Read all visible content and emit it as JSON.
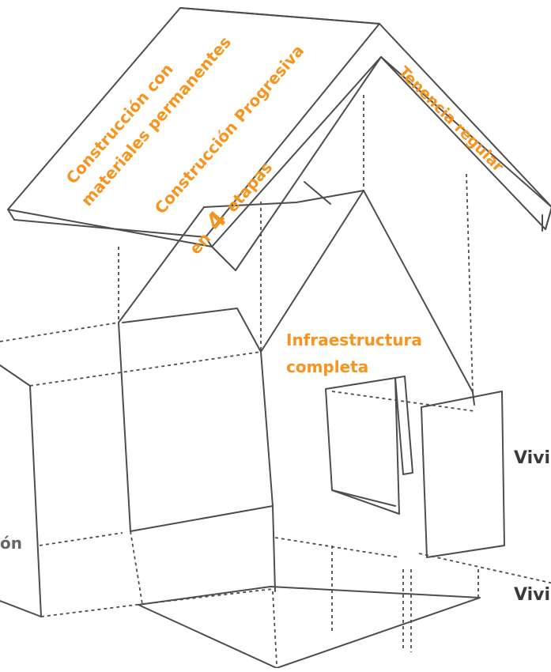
{
  "labels": {
    "roof_left_line1": "Construcción con",
    "roof_left_line2": "materiales permanentes",
    "roof_mid_line1": "Construcción Progresiva",
    "roof_mid_line2_prefix": "en",
    "roof_mid_line2_number": "4",
    "roof_mid_line2_suffix": "etapas",
    "roof_right": "Tenencia regular",
    "infra_line1": "Infraestructura",
    "infra_line2": "completa",
    "right_top_partial": "Vivi",
    "right_bottom_partial": "Vivi",
    "left_partial": "ón"
  },
  "colors": {
    "accent": "#f7941d",
    "line": "#4d4d4d",
    "text_dark": "#3a3a3a",
    "text_grey": "#666666"
  }
}
